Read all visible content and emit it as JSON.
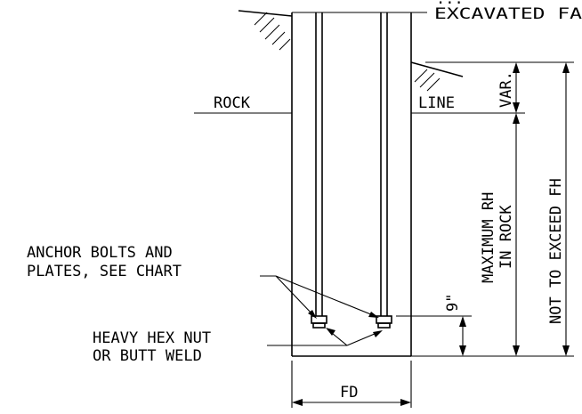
{
  "labels": {
    "top_partial": "...",
    "excavated": "EXCAVATED FA",
    "rock": "ROCK",
    "line": "LINE",
    "var": "VAR.",
    "max_rh_1": "MAXIMUM RH",
    "max_rh_2": "IN ROCK",
    "not_exceed": "NOT TO EXCEED FH",
    "nine": "9\"",
    "anchor_1": "ANCHOR BOLTS AND",
    "anchor_2": "PLATES, SEE CHART",
    "nut_1": "HEAVY HEX NUT",
    "nut_2": "OR BUTT WELD",
    "fd": "FD"
  }
}
